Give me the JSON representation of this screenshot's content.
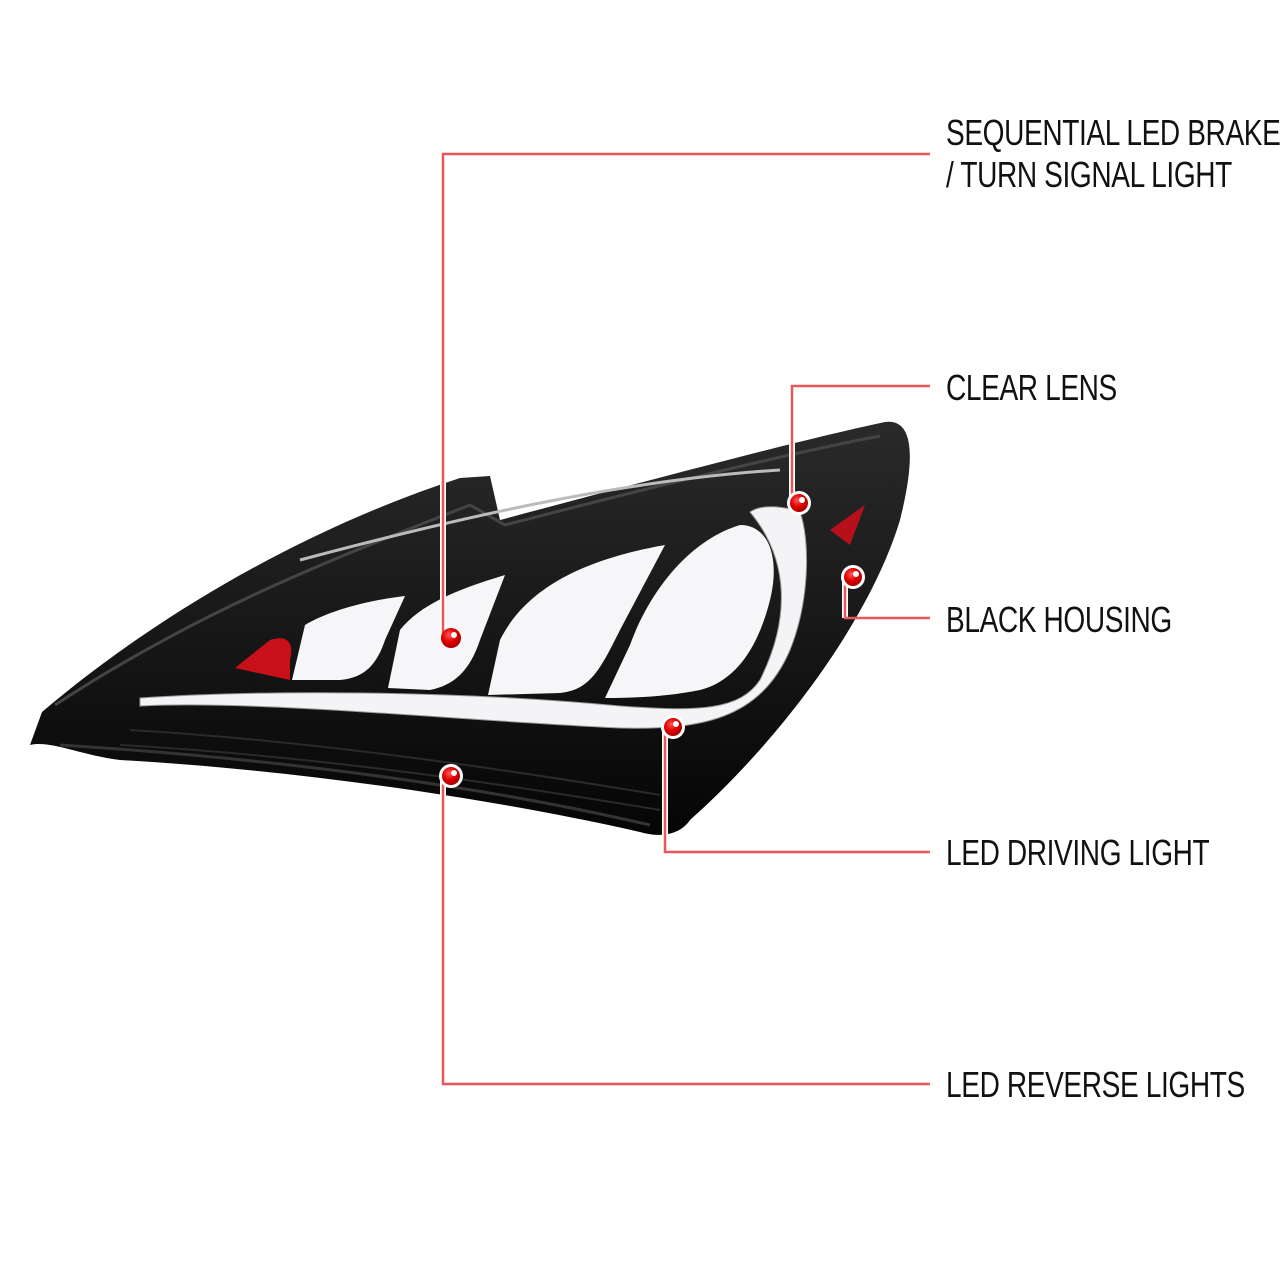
{
  "callouts": [
    {
      "id": "sequential",
      "lines": [
        "SEQUENTIAL LED BRAKE",
        "/ TURN SIGNAL LIGHT"
      ]
    },
    {
      "id": "clear-lens",
      "lines": [
        "CLEAR LENS"
      ]
    },
    {
      "id": "black-housing",
      "lines": [
        "BLACK HOUSING"
      ]
    },
    {
      "id": "driving",
      "lines": [
        "LED DRIVING LIGHT"
      ]
    },
    {
      "id": "reverse",
      "lines": [
        "LED REVERSE LIGHTS"
      ]
    }
  ],
  "colors": {
    "leader": "#e8575a",
    "dot": "#e10000",
    "housing": "#0a0a0a"
  }
}
